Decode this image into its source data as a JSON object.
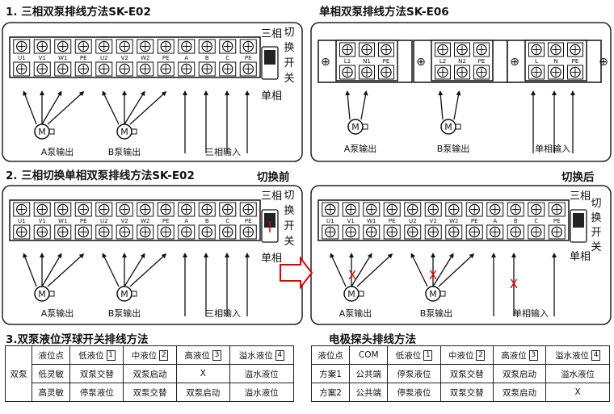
{
  "headings": {
    "s1": "1. 三相双泵排线方法SK-E02",
    "s2": "单相双泵排线方法SK-E06",
    "s3": "2. 三相切换单相双泵排线方法SK-E02",
    "before": "切换前",
    "after": "切换后",
    "s4": "3.双泵液位浮球开关排线方法",
    "s5": "电极探头排线方法"
  },
  "terminals": {
    "three_phase": [
      "U1",
      "V1",
      "W1",
      "PE",
      "U2",
      "V2",
      "W2",
      "PE",
      "A",
      "B",
      "C",
      "PE"
    ],
    "single_phase": [
      [
        "L1",
        "N1",
        "PE"
      ],
      [
        "L2",
        "N2",
        "PE"
      ],
      [
        "L",
        "N",
        "PE"
      ]
    ]
  },
  "switch": {
    "top": "三相",
    "bottom": "单相",
    "label": [
      "切",
      "换",
      "开",
      "关"
    ]
  },
  "motor_symbol": "M",
  "labels": {
    "pump_a": "A泵输出",
    "pump_b": "B泵输出",
    "three_in": "三相输入",
    "single_in": "单相输入",
    "cross": "X"
  },
  "colors": {
    "red": "#e00000"
  },
  "float_table": {
    "group": "双泵",
    "header": [
      "液位点",
      "低液位",
      "中液位",
      "高液位",
      "溢水液位"
    ],
    "header_nums": [
      "",
      "1",
      "2",
      "3",
      "4"
    ],
    "rows": [
      [
        "低灵敏",
        "双泵交替",
        "双泵启动",
        "X",
        "溢水液位"
      ],
      [
        "高灵敏",
        "停泵液位",
        "双泵交替",
        "双泵启动",
        "溢水液位"
      ]
    ]
  },
  "probe_table": {
    "header": [
      "液位点",
      "COM",
      "低液位",
      "中液位",
      "高液位",
      "溢水液位"
    ],
    "header_nums": [
      "",
      "",
      "1",
      "2",
      "3",
      "4"
    ],
    "rows": [
      [
        "方案1",
        "公共端",
        "停泵液位",
        "双泵交替",
        "双泵启动",
        "溢水液位"
      ],
      [
        "方案2",
        "公共端",
        "停泵液位",
        "双泵交替",
        "双泵启动",
        "X"
      ]
    ]
  }
}
